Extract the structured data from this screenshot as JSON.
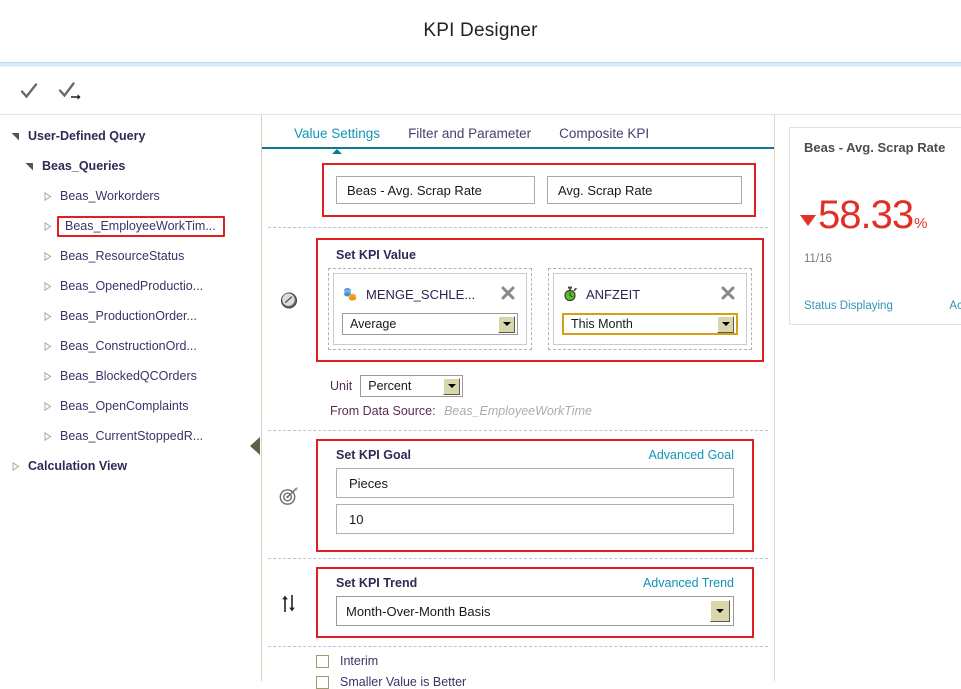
{
  "header": {
    "title": "KPI Designer"
  },
  "toolbar": {
    "items": [
      {
        "name": "confirm-icon",
        "tooltip": "OK"
      },
      {
        "name": "confirm-and-next-icon",
        "tooltip": "OK and Next"
      }
    ]
  },
  "sidebar": {
    "items": [
      {
        "label": "User-Defined Query",
        "level": 0,
        "expanded": true,
        "bold": true,
        "highlighted": false
      },
      {
        "label": "Beas_Queries",
        "level": 1,
        "expanded": true,
        "bold": true,
        "highlighted": false
      },
      {
        "label": "Beas_Workorders",
        "level": 2,
        "expanded": false,
        "bold": false,
        "highlighted": false
      },
      {
        "label": "Beas_EmployeeWorkTim...",
        "level": 2,
        "expanded": false,
        "bold": false,
        "highlighted": true
      },
      {
        "label": "Beas_ResourceStatus",
        "level": 2,
        "expanded": false,
        "bold": false,
        "highlighted": false
      },
      {
        "label": "Beas_OpenedProductio...",
        "level": 2,
        "expanded": false,
        "bold": false,
        "highlighted": false
      },
      {
        "label": "Beas_ProductionOrder...",
        "level": 2,
        "expanded": false,
        "bold": false,
        "highlighted": false
      },
      {
        "label": "Beas_ConstructionOrd...",
        "level": 2,
        "expanded": false,
        "bold": false,
        "highlighted": false
      },
      {
        "label": "Beas_BlockedQCOrders",
        "level": 2,
        "expanded": false,
        "bold": false,
        "highlighted": false
      },
      {
        "label": "Beas_OpenComplaints",
        "level": 2,
        "expanded": false,
        "bold": false,
        "highlighted": false
      },
      {
        "label": "Beas_CurrentStoppedR...",
        "level": 2,
        "expanded": false,
        "bold": false,
        "highlighted": false
      },
      {
        "label": "Calculation View",
        "level": 0,
        "expanded": false,
        "bold": true,
        "highlighted": false
      }
    ],
    "collapse_icon": "collapse-left-arrow"
  },
  "tabs": [
    {
      "label": "Value Settings",
      "active": true
    },
    {
      "label": "Filter and Parameter",
      "active": false
    },
    {
      "label": "Composite KPI",
      "active": false
    }
  ],
  "kpi": {
    "name": "Beas - Avg. Scrap Rate",
    "short_name": "Avg. Scrap Rate"
  },
  "value_section": {
    "title": "Set KPI Value",
    "measure": {
      "label": "MENGE_SCHLE...",
      "icon": "measure-icon",
      "remove_icon": "close-icon",
      "aggregation": "Average"
    },
    "dimension": {
      "label": "ANFZEIT",
      "icon": "time-dimension-icon",
      "remove_icon": "close-icon",
      "period": "This Month"
    },
    "unit_label": "Unit",
    "unit_value": "Percent",
    "data_source_label": "From Data Source:",
    "data_source_value": "Beas_EmployeeWorkTime",
    "icon": "kpi-value-icon"
  },
  "goal_section": {
    "title": "Set KPI Goal",
    "advanced_link": "Advanced Goal",
    "unit_value": "Pieces",
    "target_value": "10",
    "icon": "target-icon"
  },
  "trend_section": {
    "title": "Set KPI Trend",
    "advanced_link": "Advanced Trend",
    "basis_value": "Month-Over-Month Basis",
    "icon": "trend-arrows-icon"
  },
  "options": [
    {
      "label": "Interim",
      "checked": false
    },
    {
      "label": "Smaller Value is Better",
      "checked": false
    }
  ],
  "preview": {
    "title": "Beas - Avg. Scrap Rate",
    "value": "58.33",
    "unit": "%",
    "trend_direction": "down",
    "trend_color": "#e03127",
    "date": "11/16",
    "right_dash": "-",
    "status_link": "Status Displaying",
    "action_link": "Actio"
  },
  "colors": {
    "accent": "#1294b5",
    "tab_underline": "#0a7b8c",
    "highlight_box": "#e02020",
    "negative": "#e03127",
    "sidebar_border": "#d9d4b8"
  }
}
